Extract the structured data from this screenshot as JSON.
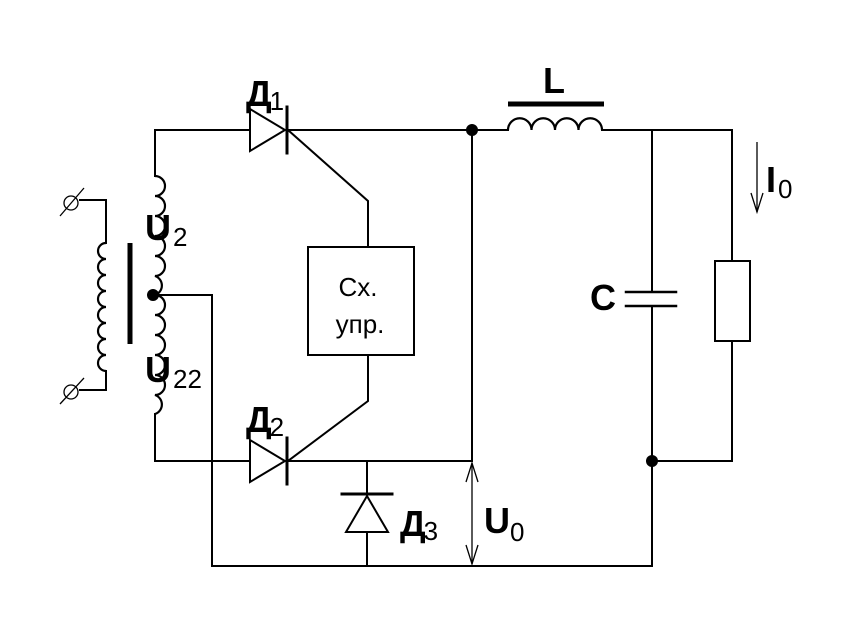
{
  "labels": {
    "d1_main": "Д",
    "d1_sub": "1",
    "d2_main": "Д",
    "d2_sub": "2",
    "d3_main": "Д",
    "d3_sub": "3",
    "l": "L",
    "c": "C",
    "i0_main": "I",
    "i0_sub": "0",
    "u0_main": "U",
    "u0_sub": "0",
    "u2_main": "U",
    "u2_sub": "2",
    "u22_main": "U",
    "u22_sub": "22"
  },
  "control_box": {
    "line1": "Сх.",
    "line2": "упр."
  }
}
